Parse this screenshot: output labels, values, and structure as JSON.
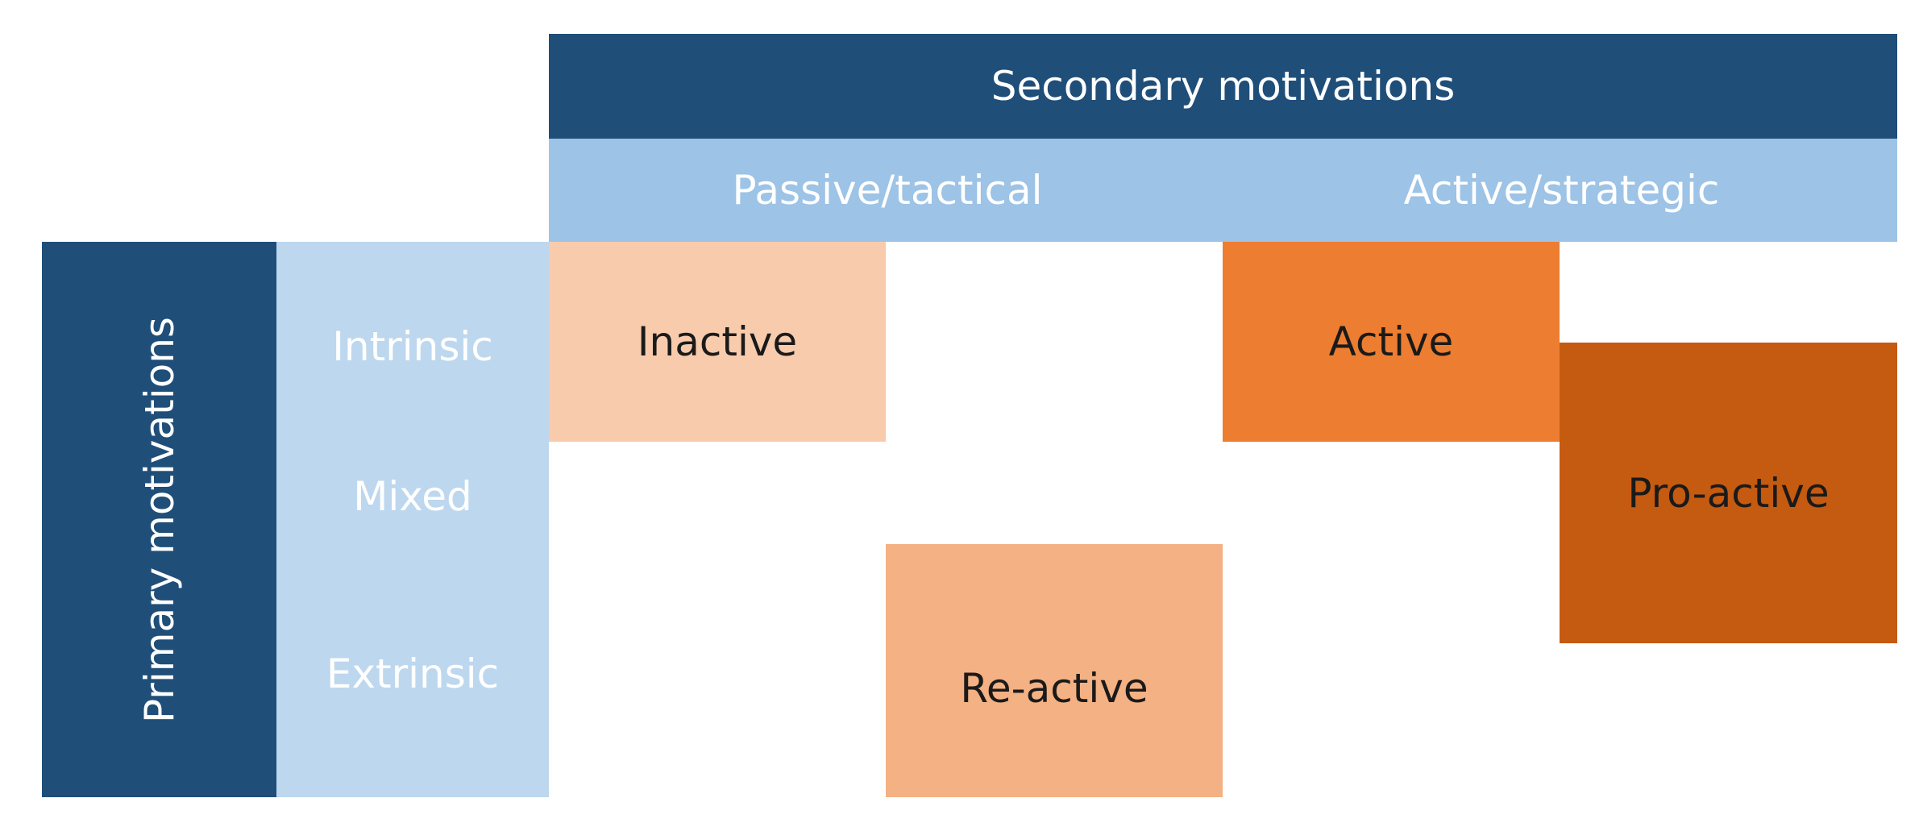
{
  "header": {
    "secondary_title": "Secondary motivations",
    "columns": [
      "Passive/tactical",
      "Active/strategic"
    ]
  },
  "primary": {
    "title": "Primary motivations",
    "rows": [
      "Intrinsic",
      "Mixed",
      "Extrinsic"
    ]
  },
  "categories": {
    "inactive": "Inactive",
    "reactive": "Re-active",
    "active": "Active",
    "proactive": "Pro-active"
  },
  "colors": {
    "dark_blue": "#1f4e79",
    "mid_blue": "#9dc3e6",
    "light_blue": "#bdd7ee",
    "inactive": "#f8cbad",
    "reactive": "#f4b183",
    "active": "#ed7d31",
    "proactive": "#c55a11"
  }
}
